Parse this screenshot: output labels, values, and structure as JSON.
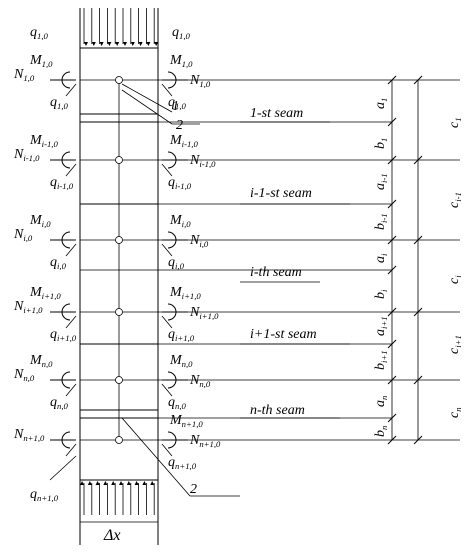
{
  "seams": [
    {
      "label": "1-st seam"
    },
    {
      "label": "i-1-st seam"
    },
    {
      "label": "i-th seam"
    },
    {
      "label": "i+1-st seam"
    },
    {
      "label": "n-th seam"
    }
  ],
  "dims_ab": [
    {
      "sym": "a",
      "sub": "1"
    },
    {
      "sym": "b",
      "sub": "1"
    },
    {
      "sym": "a",
      "sub": "i-1"
    },
    {
      "sym": "b",
      "sub": "i-1"
    },
    {
      "sym": "a",
      "sub": "i"
    },
    {
      "sym": "b",
      "sub": "i"
    },
    {
      "sym": "a",
      "sub": "i+1"
    },
    {
      "sym": "b",
      "sub": "i+1"
    },
    {
      "sym": "a",
      "sub": "n"
    },
    {
      "sym": "b",
      "sub": "n"
    }
  ],
  "dims_c": [
    {
      "sym": "c",
      "sub": "1"
    },
    {
      "sym": "c",
      "sub": "i-1"
    },
    {
      "sym": "c",
      "sub": "i"
    },
    {
      "sym": "c",
      "sub": "i+1"
    },
    {
      "sym": "c",
      "sub": "n"
    }
  ],
  "levels": [
    {
      "left_N": "1,0",
      "left_M": "1,0",
      "left_q": "1,0",
      "right_N": "1,0",
      "right_M": "1,0",
      "right_q": "1,0",
      "q_at_top": true
    },
    {
      "left_N": "i-1,0",
      "left_M": "i-1,0",
      "left_q": "i-1,0",
      "right_N": "i-1,0",
      "right_M": "i-1,0",
      "right_q": "i-1,0"
    },
    {
      "left_N": "i,0",
      "left_M": "i,0",
      "left_q": "i,0",
      "right_N": "i,0",
      "right_M": "i,0",
      "right_q": "i,0"
    },
    {
      "left_N": "i+1,0",
      "left_M": "i+1,0",
      "left_q": "i+1,0",
      "right_N": "i+1,0",
      "right_M": "i+1,0",
      "right_q": "i+1,0"
    },
    {
      "left_N": "n,0",
      "left_M": "n,0",
      "left_q": "n,0",
      "right_N": "n,0",
      "right_M": "n,0",
      "right_q": "n,0"
    },
    {
      "left_N": "n+1,0",
      "left_M": "",
      "left_q": "",
      "right_N": "n+1,0",
      "right_M": "n+1,0",
      "right_q": "n+1,0"
    }
  ],
  "bottom_left_q": "n+1,0",
  "callouts": {
    "one": "1",
    "two": "2"
  },
  "width_label": "Δx"
}
